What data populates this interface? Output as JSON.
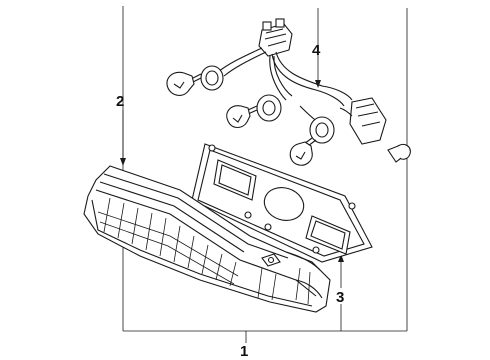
{
  "callouts": {
    "c1": "1",
    "c2": "2",
    "c3": "3",
    "c4": "4"
  },
  "colors": {
    "line": "#1a1a1a",
    "background": "#ffffff"
  }
}
